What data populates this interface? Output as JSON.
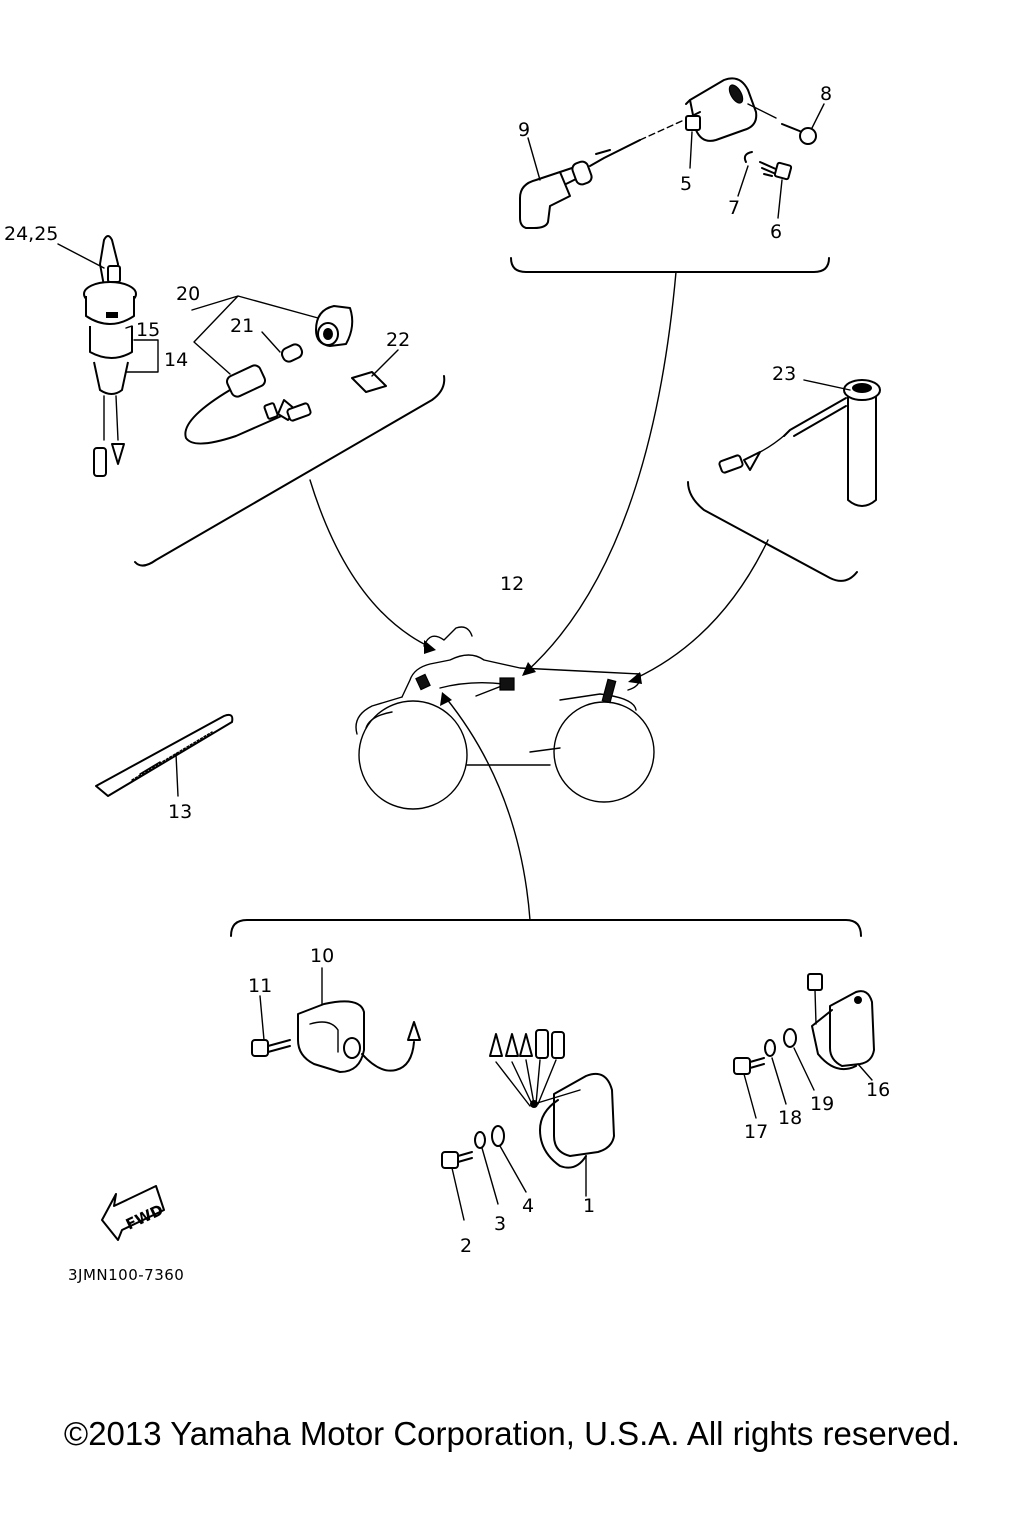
{
  "diagram": {
    "callouts": [
      "1",
      "2",
      "3",
      "4",
      "5",
      "6",
      "7",
      "8",
      "9",
      "10",
      "11",
      "12",
      "13",
      "14",
      "15",
      "16",
      "17",
      "18",
      "19",
      "20",
      "21",
      "22",
      "23",
      "24,25"
    ],
    "fwd_label": "FWD",
    "drawing_code": "3JMN100-7360"
  },
  "footer": {
    "copyright": "©2013 Yamaha Motor Corporation, U.S.A. All rights reserved."
  }
}
